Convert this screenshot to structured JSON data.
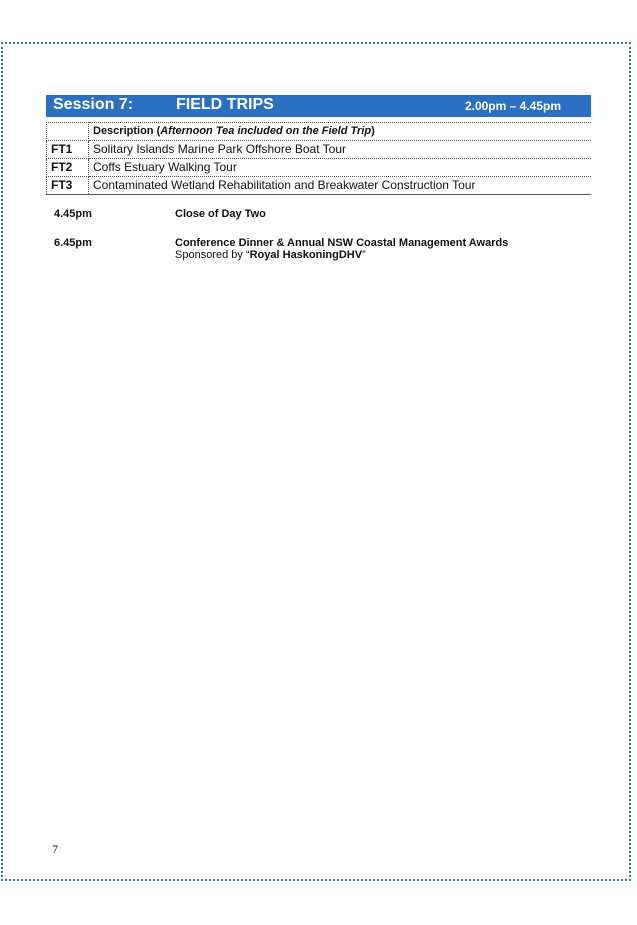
{
  "session": {
    "number": "Session 7:",
    "title": "FIELD TRIPS",
    "time": "2.00pm – 4.45pm"
  },
  "table": {
    "header": {
      "code": "",
      "label": "Description (",
      "label_italic": "Afternoon Tea included on the Field Trip",
      "label_end": ")"
    },
    "rows": [
      {
        "code": "FT1",
        "description": "Solitary Islands Marine Park Offshore Boat Tour"
      },
      {
        "code": "FT2",
        "description": "Coffs Estuary Walking Tour"
      },
      {
        "code": "FT3",
        "description": "Contaminated Wetland Rehabilitation and Breakwater Construction Tour"
      }
    ]
  },
  "schedule": [
    {
      "time": "4.45pm",
      "event": "Close of Day Two"
    },
    {
      "time": "6.45pm",
      "event": "Conference Dinner & Annual NSW Coastal Management Awards"
    }
  ],
  "sponsor": {
    "prefix": "Sponsored by “",
    "name": "Royal HaskoningDHV",
    "suffix": "”"
  },
  "page_number": "7",
  "colors": {
    "accent": "#2b6fc0"
  }
}
